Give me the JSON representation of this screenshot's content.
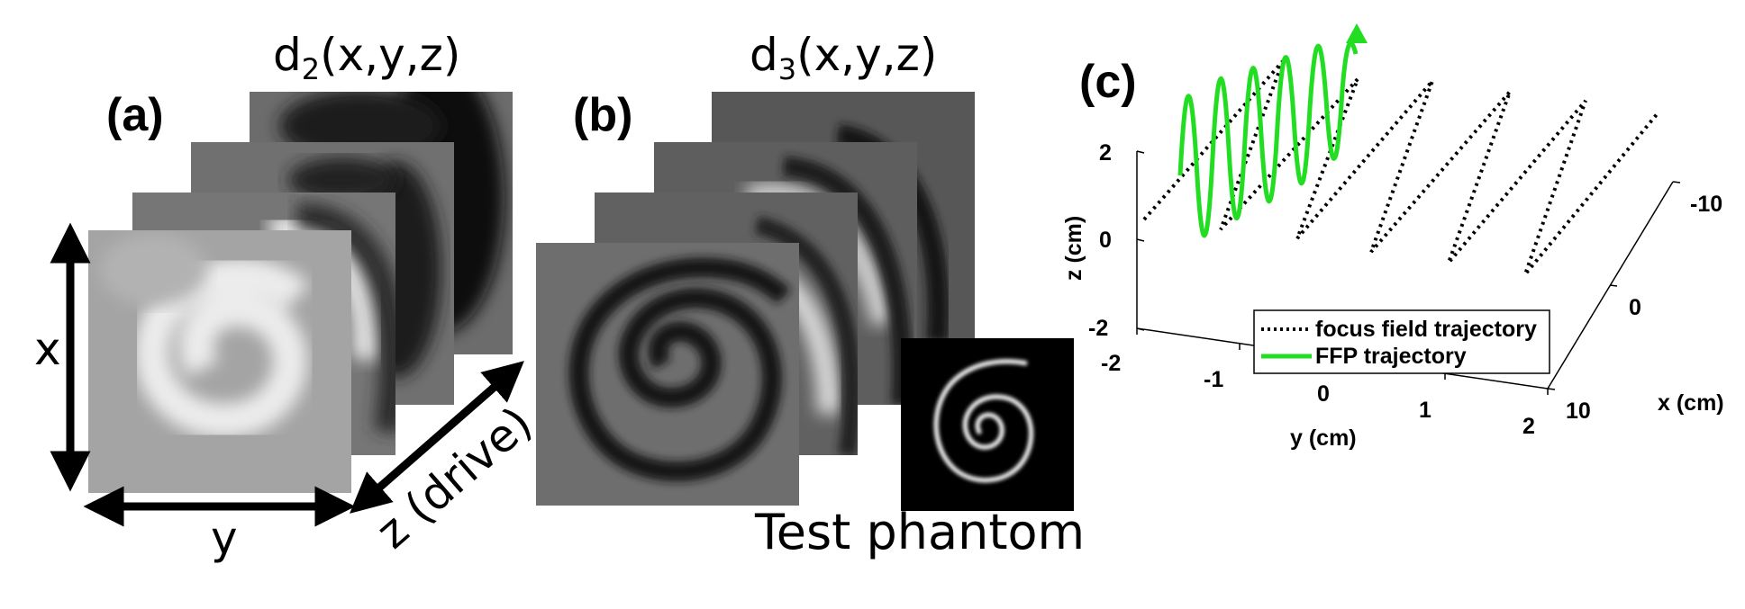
{
  "panels": {
    "a": {
      "label": "(a)",
      "title_main": "d",
      "title_sub": "2",
      "title_args": "(x,y,z)",
      "axis_x": "x",
      "axis_y": "y",
      "axis_z": "z (drive)"
    },
    "b": {
      "label": "(b)",
      "title_main": "d",
      "title_sub": "3",
      "title_args": "(x,y,z)",
      "phantom_label": "Test phantom"
    },
    "c": {
      "label": "(c)",
      "zlabel": "z (cm)",
      "ylabel": "y (cm)",
      "xlabel": "x (cm)",
      "z_ticks": [
        "2",
        "0",
        "-2"
      ],
      "y_ticks": [
        "-2",
        "-1",
        "0",
        "1",
        "2"
      ],
      "x_ticks": [
        "-10",
        "0",
        "10"
      ],
      "legend": [
        "focus field trajectory",
        "FFP trajectory"
      ]
    }
  },
  "colors": {
    "ffp": "#22dd22",
    "focus": "#000000"
  }
}
